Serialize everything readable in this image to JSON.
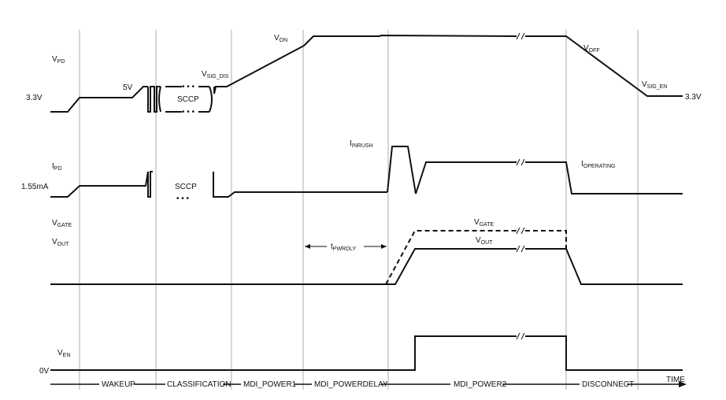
{
  "signals": {
    "vpd": {
      "main": "V",
      "sub": "PD"
    },
    "ipd": {
      "main": "I",
      "sub": "PD"
    },
    "vgate_left": {
      "main": "V",
      "sub": "GATE"
    },
    "vout_left": {
      "main": "V",
      "sub": "OUT"
    },
    "ven": {
      "main": "V",
      "sub": "EN"
    }
  },
  "levels": {
    "v33_left": "3.3V",
    "v33_right": "3.3V",
    "i155": "1.55mA",
    "zero": "0V",
    "five": "5V"
  },
  "annotations": {
    "von": {
      "main": "V",
      "sub": "ON"
    },
    "voff": {
      "main": "V",
      "sub": "OFF"
    },
    "vsig_dis": {
      "main": "V",
      "sub": "SIG_DIS"
    },
    "vsig_en": {
      "main": "V",
      "sub": "SIG_EN"
    },
    "inrush": {
      "main": "I",
      "sub": "INRUSH"
    },
    "operating": {
      "main": "I",
      "sub": "OPERATING"
    },
    "vgate_trace": {
      "main": "V",
      "sub": "GATE"
    },
    "vout_trace": {
      "main": "V",
      "sub": "OUT"
    },
    "tpwrdly": {
      "main": "t",
      "sub": "PWRDLY"
    },
    "sccp_top": "SCCP",
    "sccp_mid": "SCCP",
    "dots": "• • •"
  },
  "phases": [
    "WAKEUP",
    "CLASSIFICATION",
    "MDI_POWER1",
    "MDI_POWERDELAY",
    "MDI_POWER2",
    "DISCONNECT"
  ],
  "time_label": "TIME"
}
